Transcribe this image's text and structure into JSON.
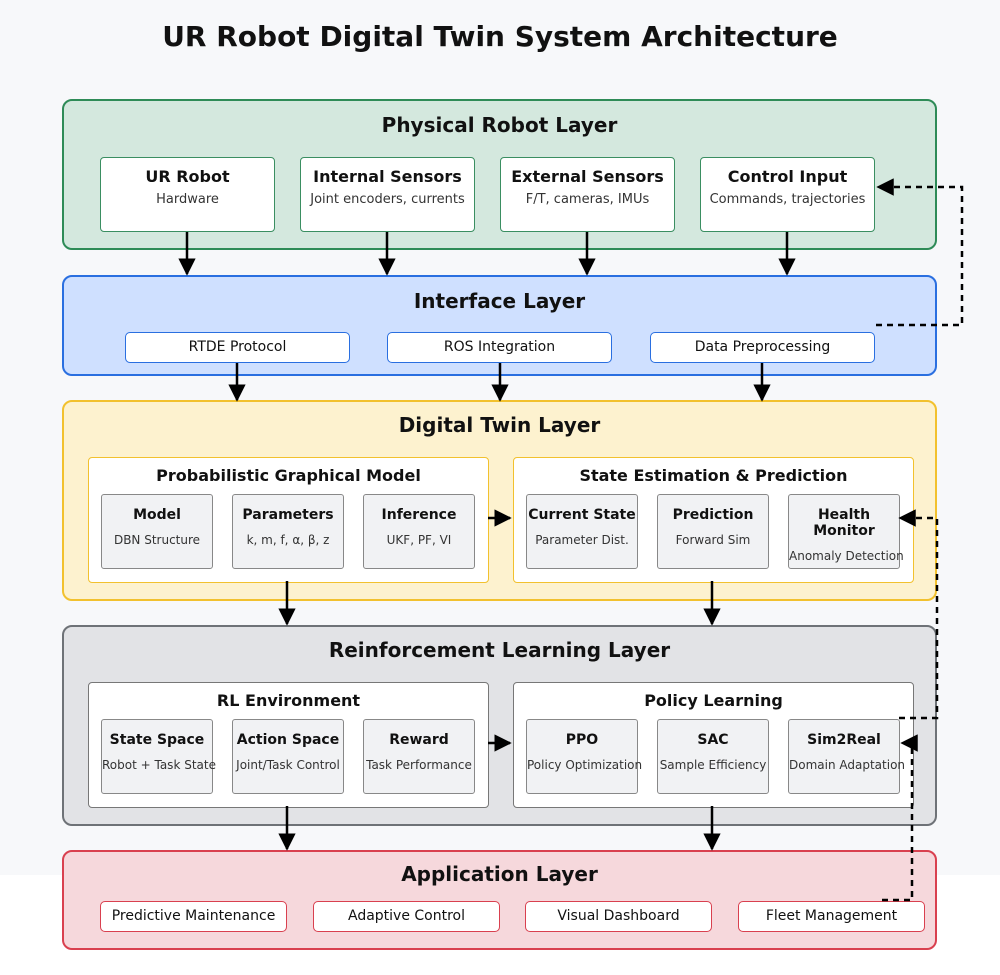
{
  "title": "UR Robot Digital Twin System Architecture",
  "layers": {
    "physical": {
      "title": "Physical Robot Layer",
      "boxes": [
        {
          "title": "UR Robot",
          "subtitle": "Hardware"
        },
        {
          "title": "Internal Sensors",
          "subtitle": "Joint encoders, currents"
        },
        {
          "title": "External Sensors",
          "subtitle": "F/T, cameras, IMUs"
        },
        {
          "title": "Control Input",
          "subtitle": "Commands, trajectories"
        }
      ]
    },
    "interface": {
      "title": "Interface Layer",
      "boxes": [
        "RTDE Protocol",
        "ROS Integration",
        "Data Preprocessing"
      ]
    },
    "twin": {
      "title": "Digital Twin Layer",
      "pgm": {
        "title": "Probabilistic Graphical Model",
        "items": [
          {
            "title": "Model",
            "subtitle": "DBN Structure"
          },
          {
            "title": "Parameters",
            "subtitle": "k, m, f, α, β, z"
          },
          {
            "title": "Inference",
            "subtitle": "UKF, PF, VI"
          }
        ]
      },
      "state": {
        "title": "State Estimation & Prediction",
        "items": [
          {
            "title": "Current State",
            "subtitle": "Parameter Dist."
          },
          {
            "title": "Prediction",
            "subtitle": "Forward Sim"
          },
          {
            "title": "Health Monitor",
            "subtitle": "Anomaly Detection"
          }
        ]
      }
    },
    "rl": {
      "title": "Reinforcement Learning Layer",
      "env": {
        "title": "RL Environment",
        "items": [
          {
            "title": "State Space",
            "subtitle": "Robot + Task State"
          },
          {
            "title": "Action Space",
            "subtitle": "Joint/Task Control"
          },
          {
            "title": "Reward",
            "subtitle": "Task Performance"
          }
        ]
      },
      "policy": {
        "title": "Policy Learning",
        "items": [
          {
            "title": "PPO",
            "subtitle": "Policy Optimization"
          },
          {
            "title": "SAC",
            "subtitle": "Sample Efficiency"
          },
          {
            "title": "Sim2Real",
            "subtitle": "Domain Adaptation"
          }
        ]
      }
    },
    "app": {
      "title": "Application Layer",
      "boxes": [
        "Predictive Maintenance",
        "Adaptive Control",
        "Visual Dashboard",
        "Fleet Management"
      ]
    }
  }
}
